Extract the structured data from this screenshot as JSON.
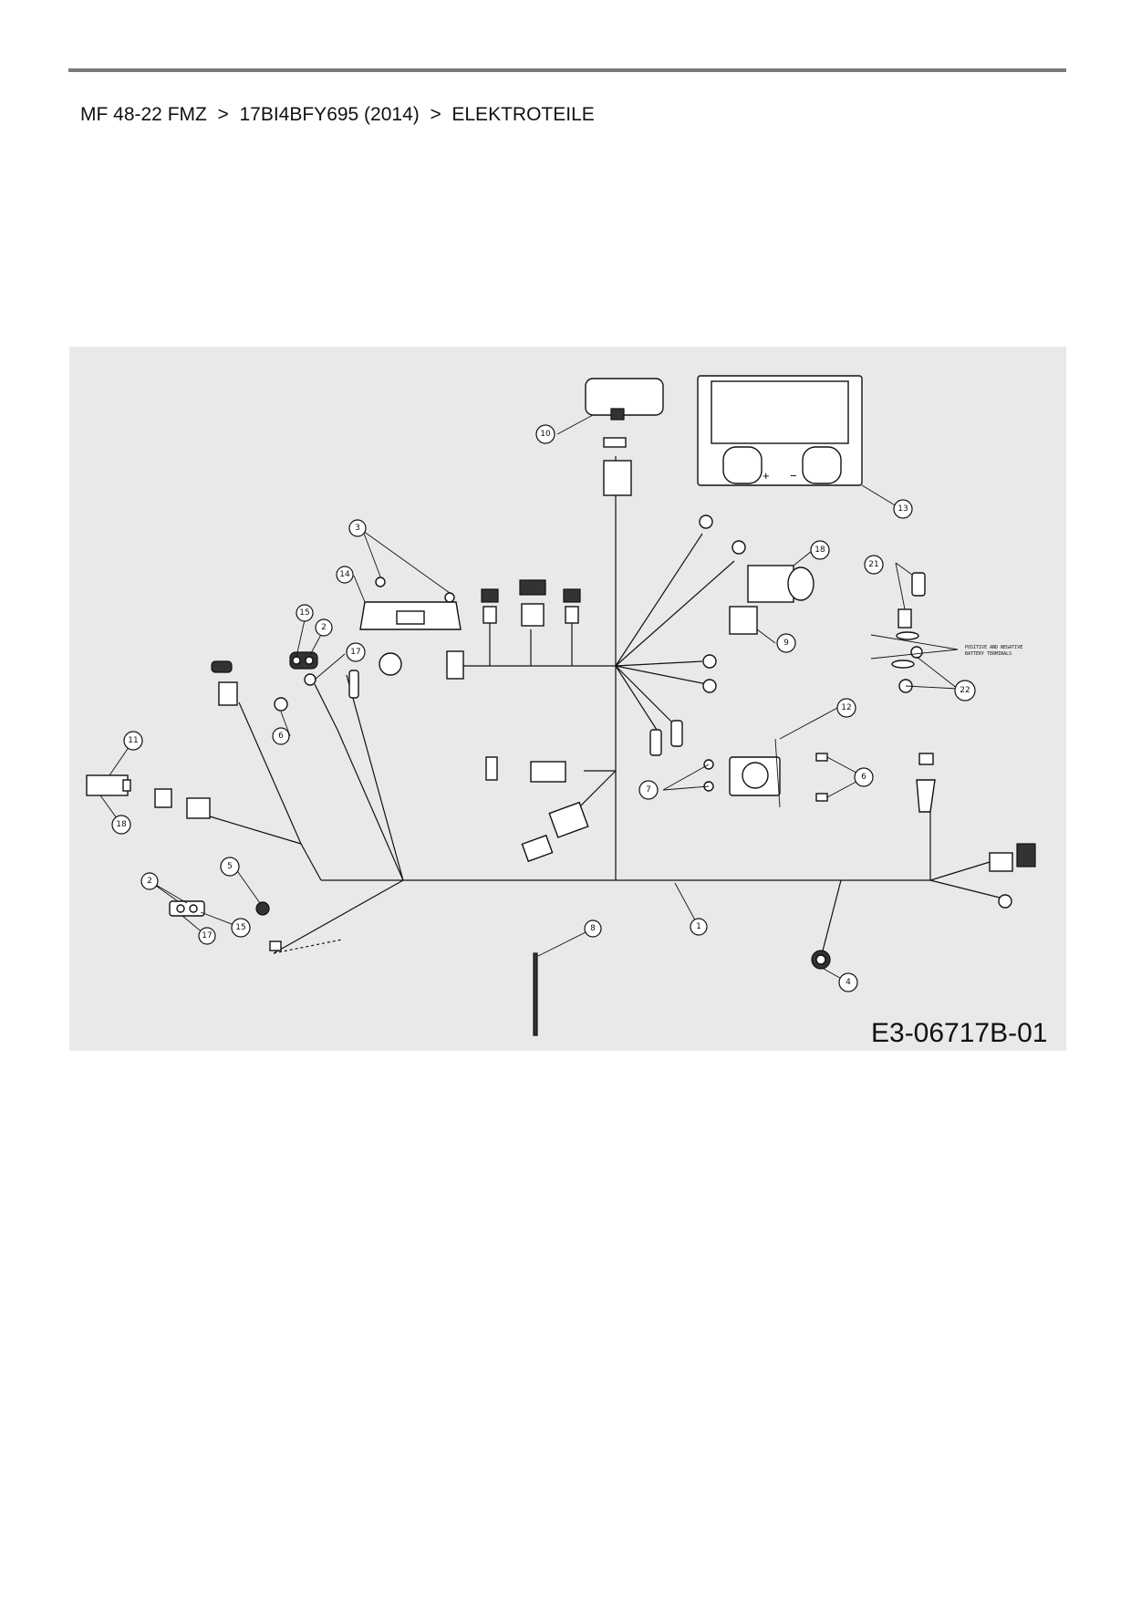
{
  "breadcrumb": {
    "model": "MF 48-22 FMZ",
    "separator": ">",
    "serial": "17BI4BFY695 (2014)",
    "section": "ELEKTROTEILE"
  },
  "diagram": {
    "drawing_code": "E3-06717B-01",
    "battery_polarity": {
      "positive": "+",
      "negative": "−"
    },
    "terminal_note": [
      "POSITIVE AND NEGATIVE",
      "BATTERY TERMINALS"
    ],
    "callouts": {
      "c1": "1",
      "c2a": "2",
      "c2b": "2",
      "c3": "3",
      "c4": "4",
      "c5": "5",
      "c6a": "6",
      "c6b": "6",
      "c7": "7",
      "c8": "8",
      "c9": "9",
      "c10": "10",
      "c11": "11",
      "c12": "12",
      "c13": "13",
      "c14": "14",
      "c15a": "15",
      "c15b": "15",
      "c17a": "17",
      "c17b": "17",
      "c18a": "18",
      "c18b": "18",
      "c21": "21",
      "c22": "22"
    }
  }
}
